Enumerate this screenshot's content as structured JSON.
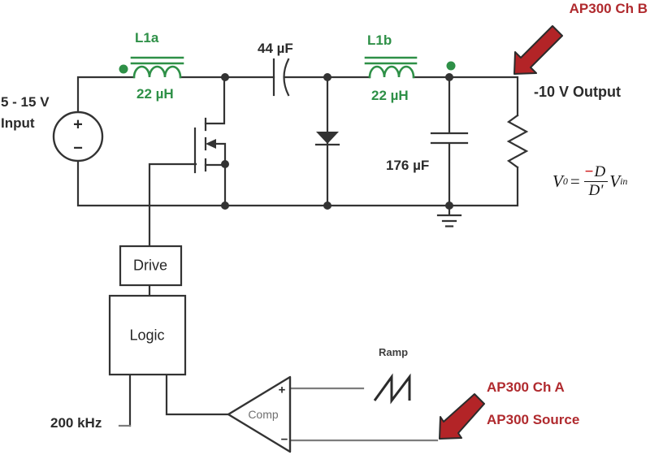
{
  "colors": {
    "green": "#2e9047",
    "red_text": "#b02a2e",
    "arrow_fill": "#b32427",
    "wire": "#333333",
    "gray_wire": "#7d7d7d",
    "gray_text": "#707070",
    "formula_minus": "#cc1111"
  },
  "source": {
    "label_line1": "5 - 15 V",
    "label_line2": "Input",
    "plus": "+",
    "minus": "−"
  },
  "inductors": {
    "l1a": {
      "name": "L1a",
      "value": "22 µH"
    },
    "l1b": {
      "name": "L1b",
      "value": "22 µH"
    }
  },
  "capacitors": {
    "coupling": "44 µF",
    "output": "176 µF"
  },
  "output": {
    "label": "-10 V Output"
  },
  "blocks": {
    "drive": "Drive",
    "logic": "Logic"
  },
  "clock": {
    "label": "200 kHz"
  },
  "comparator": {
    "label": "Comp",
    "plus": "+",
    "minus": "−"
  },
  "ramp": {
    "label": "Ramp"
  },
  "annotations": {
    "ch_b": "AP300 Ch B",
    "ch_a": "AP300 Ch A",
    "source": "AP300 Source"
  },
  "formula": {
    "v": "V",
    "v_sub": "0",
    "equals": "=",
    "minus": "−",
    "numerator": "D",
    "denominator": "D'",
    "vin": "V",
    "vin_sub": "in"
  }
}
